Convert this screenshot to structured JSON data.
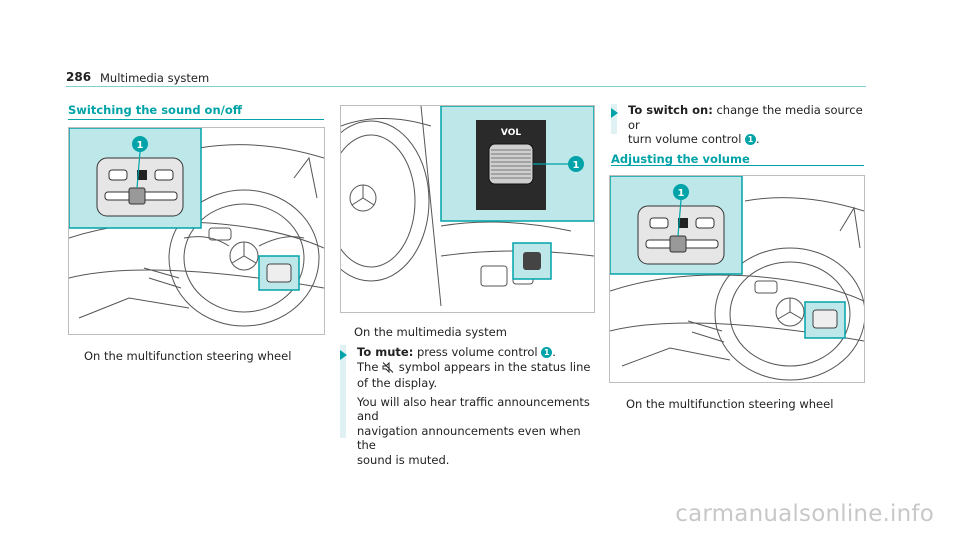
{
  "header": {
    "page_number": "286",
    "title": "Multimedia system"
  },
  "left": {
    "section_title": "Switching the sound on/off",
    "caption": "On the multifunction steering wheel",
    "callout": "1"
  },
  "middle": {
    "figure_label": "VOL",
    "callout": "1",
    "caption": "On the multimedia system",
    "mute_heading": "To mute:",
    "mute_text_a": "press volume control",
    "mute_text_b": ".",
    "line2_a": "The",
    "line2_b": "symbol appears in the status line",
    "line3": "of the display.",
    "para2_line1": "You will also hear traffic announcements and",
    "para2_line2": "navigation announcements even when the",
    "para2_line3": "sound is muted."
  },
  "right": {
    "switch_on_heading": "To switch on:",
    "switch_on_text_a": "change the media source or",
    "switch_on_text_b": "turn volume control",
    "switch_on_text_c": ".",
    "section_title": "Adjusting the volume",
    "caption": "On the multifunction steering wheel",
    "callout": "1"
  },
  "watermark": "carmanualsonline.info",
  "colors": {
    "accent": "#00a3a8",
    "inset_bg": "#bde7e8",
    "text": "#222222"
  },
  "icons": [
    "mute-speaker-icon",
    "step-arrow-icon"
  ]
}
